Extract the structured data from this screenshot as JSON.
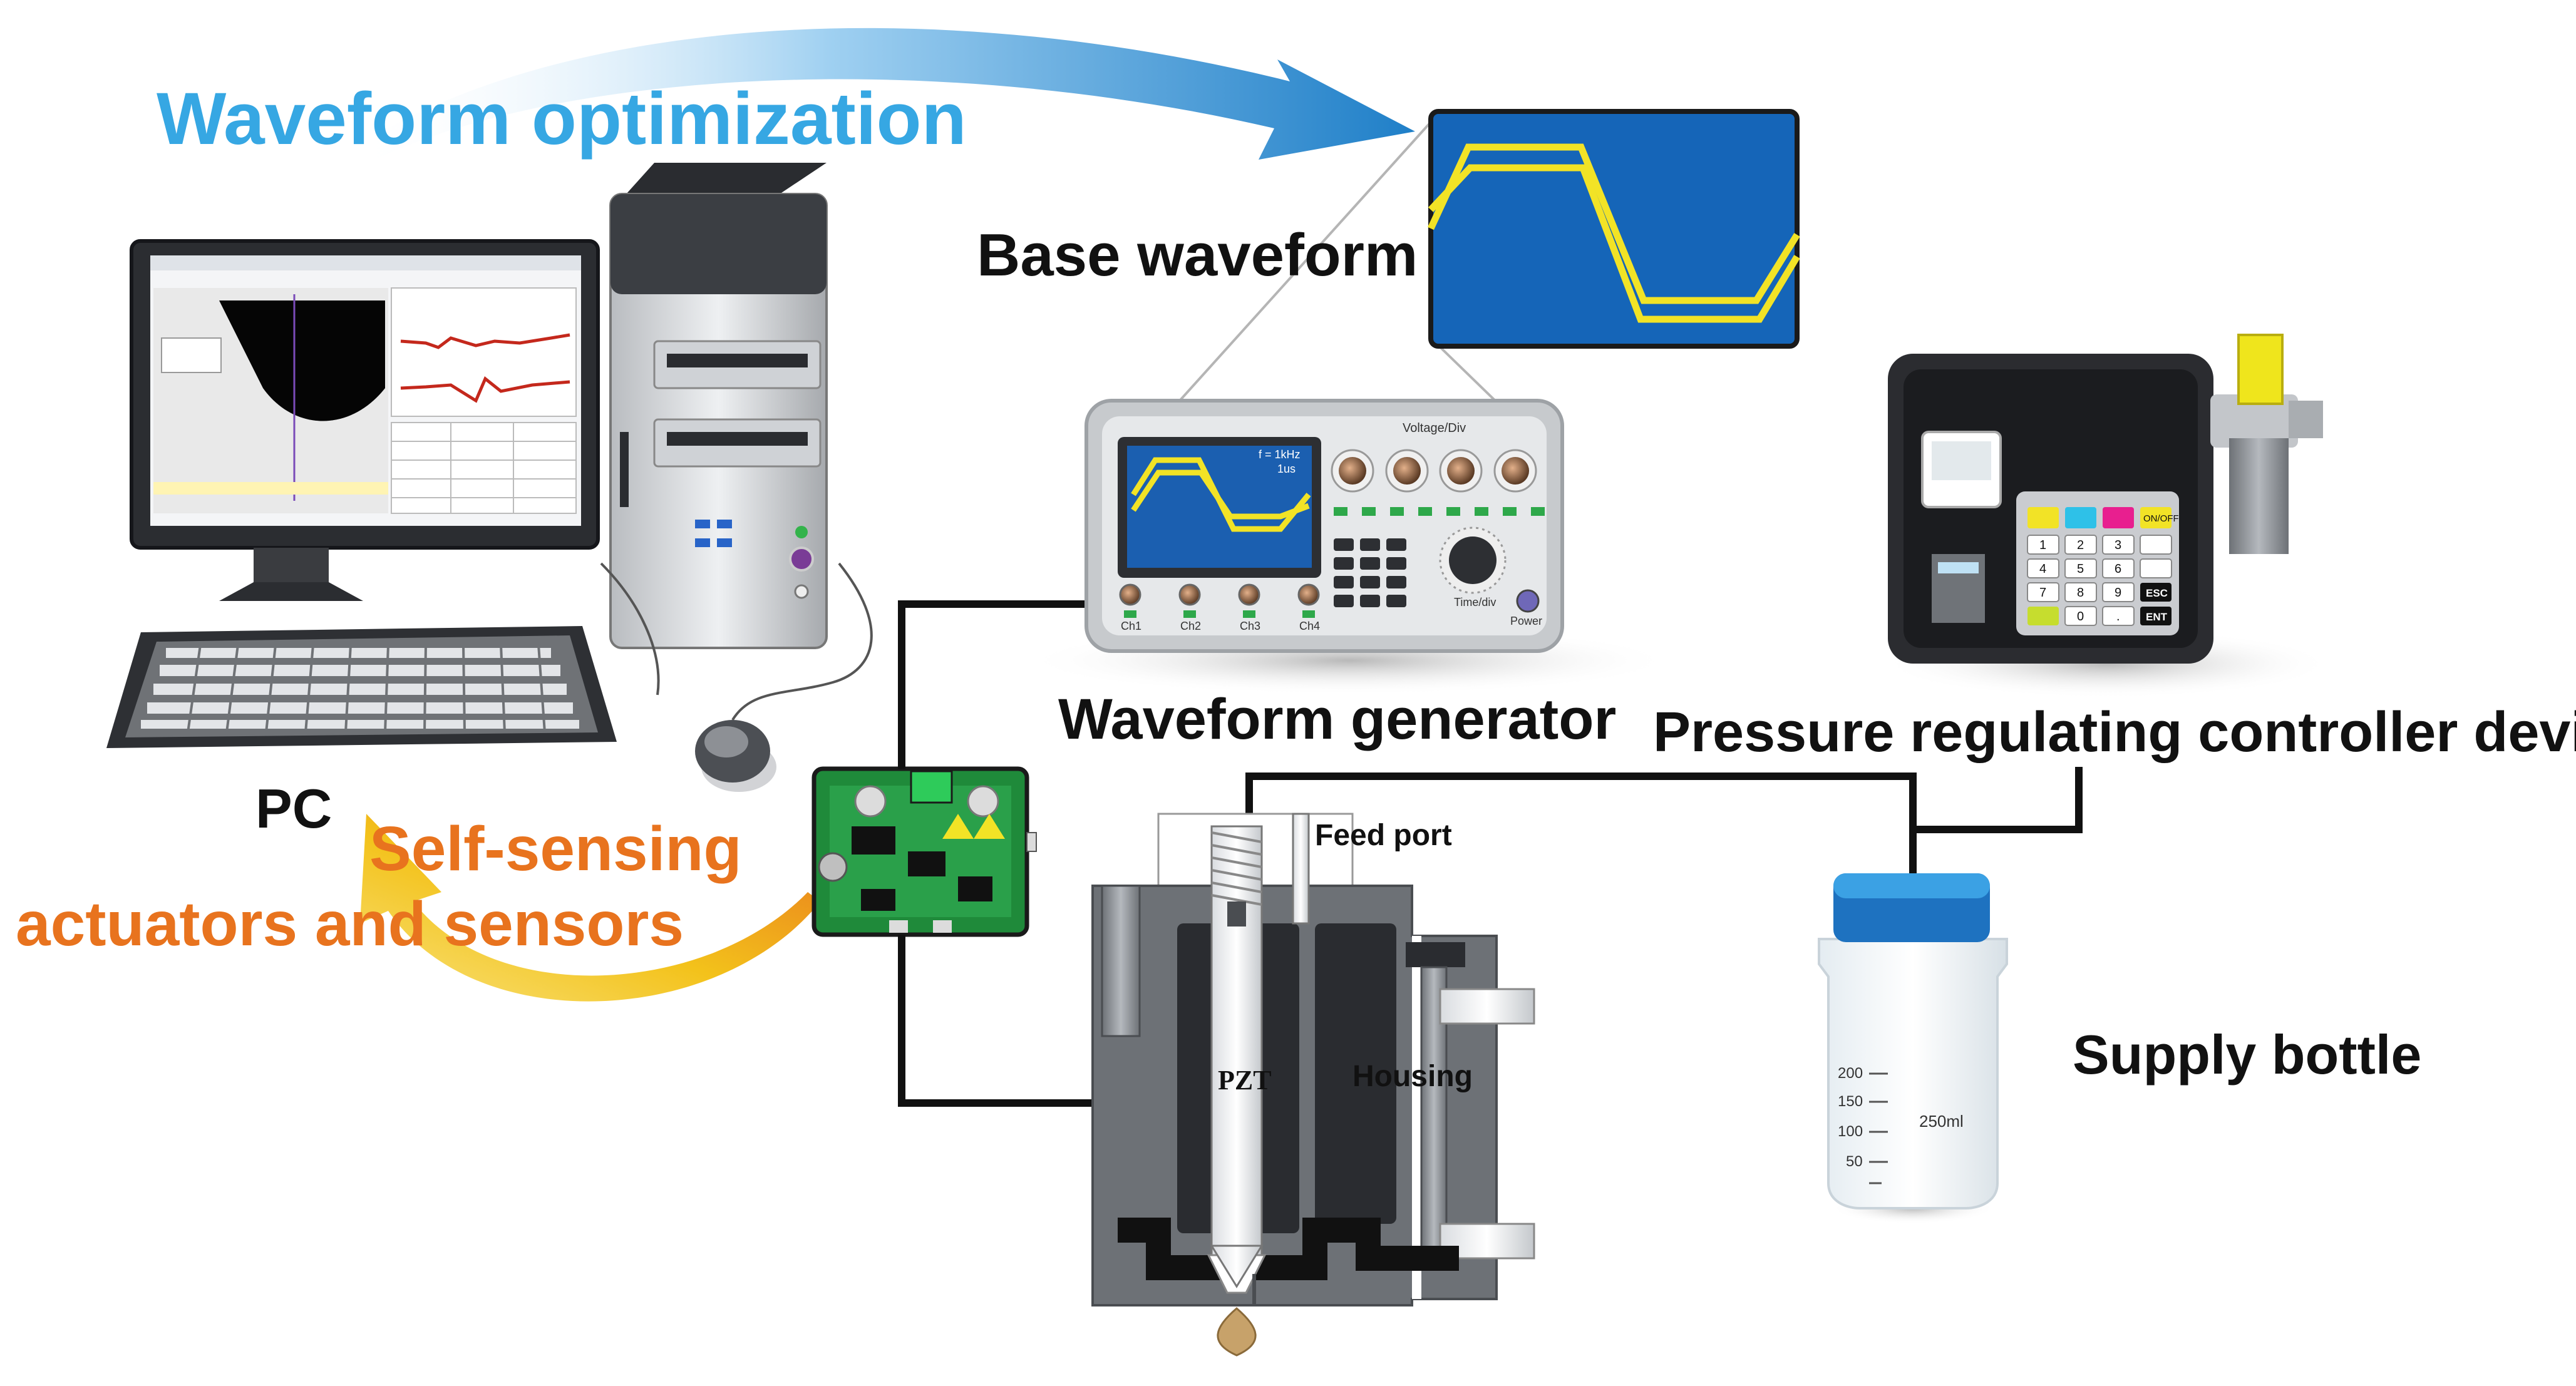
{
  "labels": {
    "waveform_optimization": "Waveform optimization",
    "base_waveform": "Base waveform",
    "waveform_generator": "Waveform generator",
    "pressure_controller": "Pressure regulating controller device",
    "pc": "PC",
    "self_sensing_line1": "Self-sensing",
    "self_sensing_line2": "actuators and sensors",
    "feed_port": "Feed port",
    "pzt": "PZT",
    "housing": "Housing",
    "supply_bottle": "Supply bottle"
  },
  "waveform_generator": {
    "panel_title": "Voltage/Div",
    "screen_readout_line1": "f = 1kHz",
    "screen_readout_line2": "1us",
    "channels": [
      "Ch1",
      "Ch2",
      "Ch3",
      "Ch4"
    ],
    "time_knob_label": "Time/div",
    "power_label": "Power"
  },
  "pressure_keypad": {
    "top_keys": [
      "",
      "",
      "",
      "ON/OFF"
    ],
    "keys": [
      [
        "1",
        "2",
        "3",
        ""
      ],
      [
        "4",
        "5",
        "6",
        ""
      ],
      [
        "7",
        "8",
        "9",
        "ESC"
      ],
      [
        "",
        "0",
        ".",
        "ENT"
      ]
    ]
  },
  "bottle": {
    "graduations": [
      "200",
      "150",
      "100",
      "50"
    ],
    "volume": "250ml"
  },
  "colors": {
    "blue_arrow": "#2e95d8",
    "blue_text": "#36a7e3",
    "orange_text": "#e8731e",
    "yellow_arrow": "#f3c21b",
    "screen_blue": "#1565b8",
    "waveform_yellow": "#f2e326",
    "device_gray": "#8f9398",
    "cable_black": "#111111"
  }
}
